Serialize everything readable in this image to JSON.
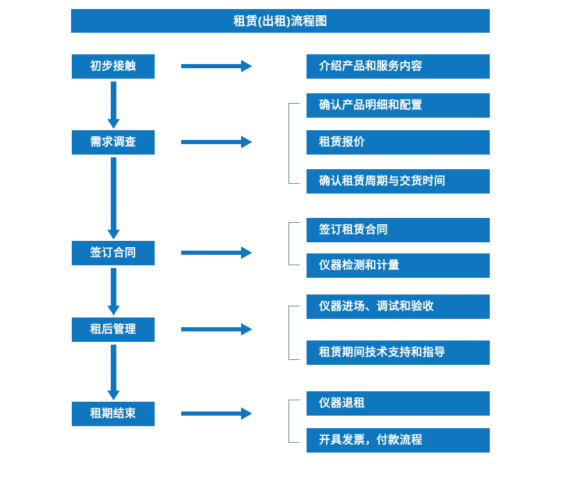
{
  "title": "租赁(出租)流程图",
  "accent_color": "#0f77bf",
  "bracket_color": "#5b86a8",
  "text_color": "#ffffff",
  "background_color": "#ffffff",
  "flow": {
    "stages": [
      {
        "label": "初步接触"
      },
      {
        "label": "需求调查"
      },
      {
        "label": "签订合同"
      },
      {
        "label": "租后管理"
      },
      {
        "label": "租期结束"
      }
    ],
    "details": [
      {
        "label": "介绍产品和服务内容"
      },
      {
        "label": "确认产品明细和配置"
      },
      {
        "label": "租赁报价"
      },
      {
        "label": "确认租赁周期与交货时间"
      },
      {
        "label": "签订租赁合同"
      },
      {
        "label": "仪器检测和计量"
      },
      {
        "label": "仪器进场、调试和验收"
      },
      {
        "label": "租赁期间技术支持和指导"
      },
      {
        "label": "仪器退租"
      },
      {
        "label": "开具发票，付款流程"
      }
    ]
  }
}
